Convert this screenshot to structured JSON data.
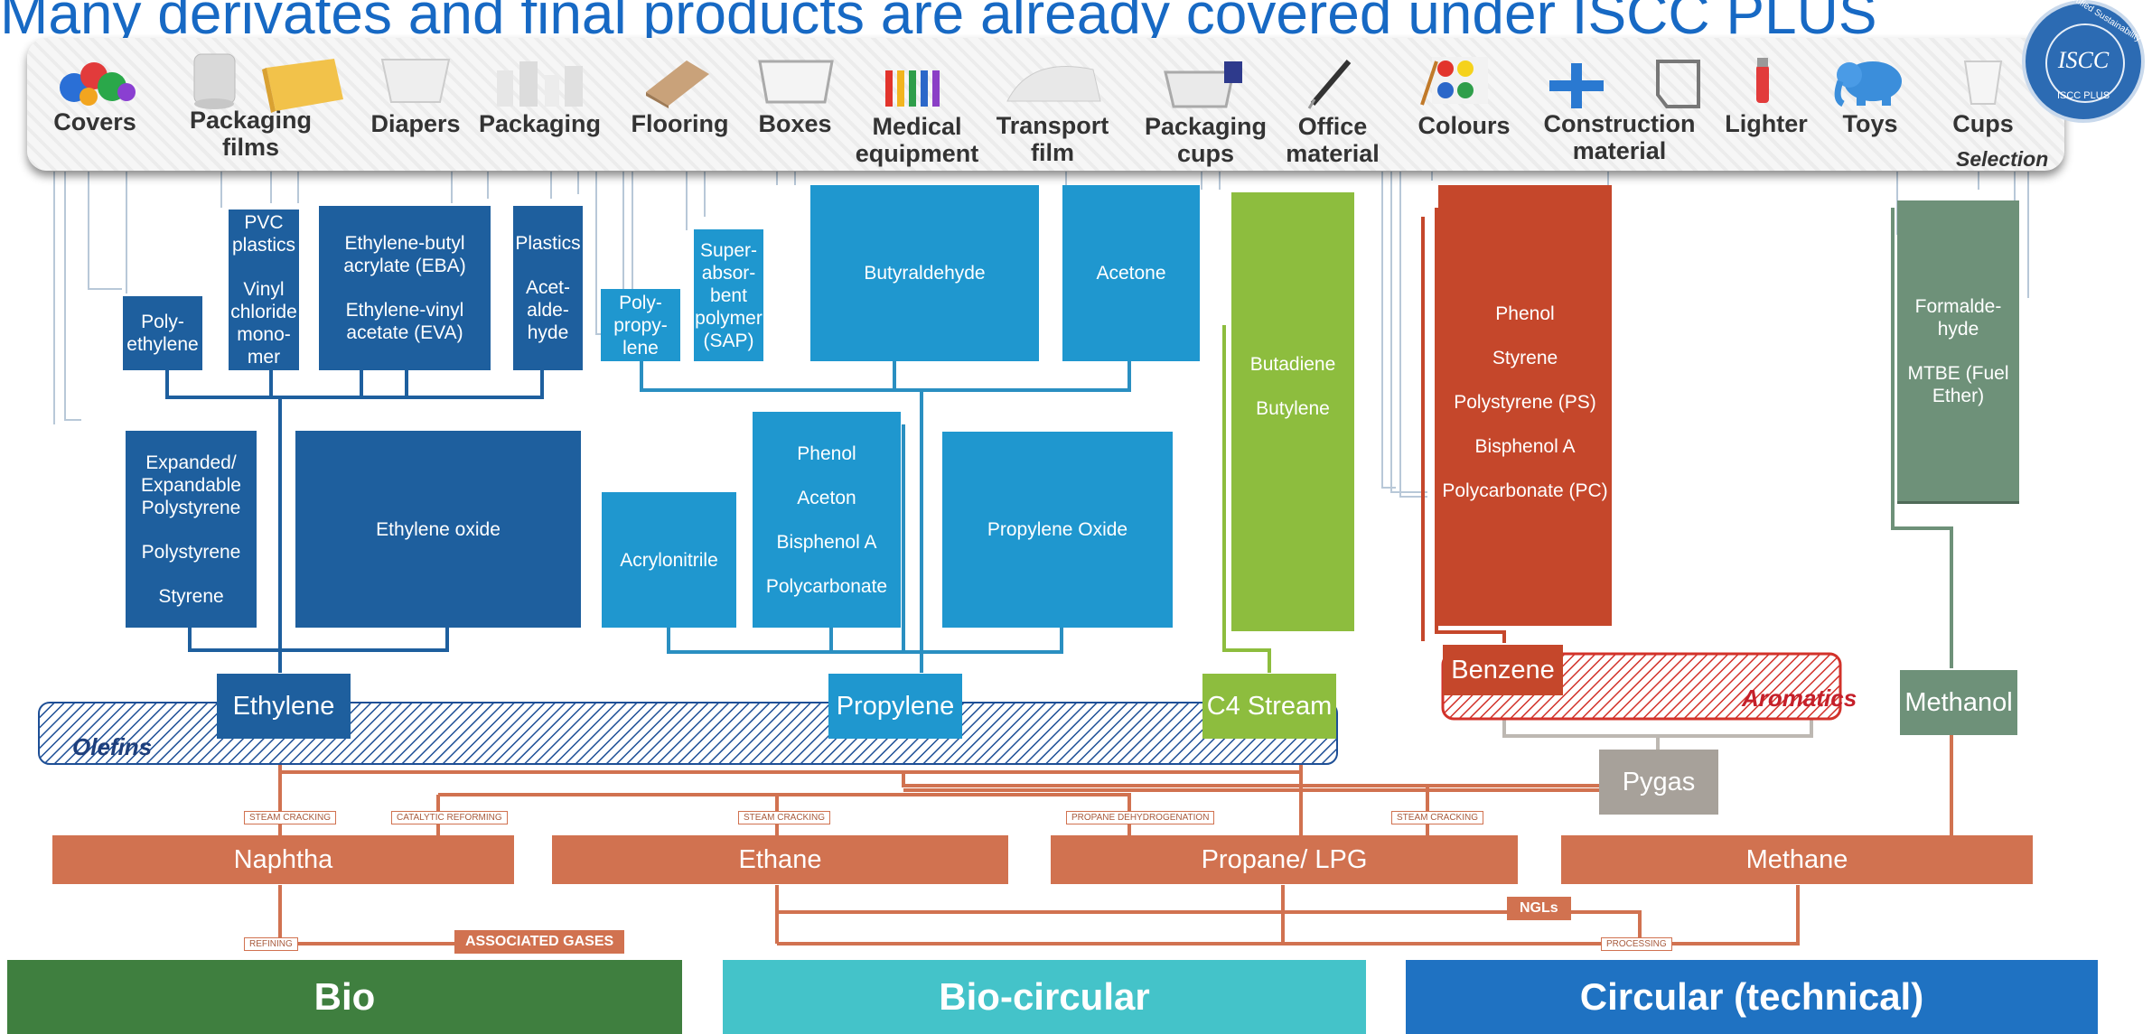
{
  "title": "Many derivates and final products are already covered under ISCC PLUS",
  "selection_label": "Selection",
  "seal": {
    "top_text": "Certified Sustainability",
    "center_text": "ISCC",
    "bottom_text": "ISCC PLUS"
  },
  "products": [
    {
      "label": "Covers",
      "icon": "caps-icon"
    },
    {
      "label": "Packaging films",
      "icon": "film-roll-icon"
    },
    {
      "label": "Diapers",
      "icon": "diaper-icon"
    },
    {
      "label": "Packaging",
      "icon": "bottles-icon"
    },
    {
      "label": "Flooring",
      "icon": "floor-roll-icon"
    },
    {
      "label": "Boxes",
      "icon": "box-icon"
    },
    {
      "label": "Medical equipment",
      "icon": "syringes-icon"
    },
    {
      "label": "Transport film",
      "icon": "bubble-wrap-icon"
    },
    {
      "label": "Packaging cups",
      "icon": "tray-icon"
    },
    {
      "label": "Office material",
      "icon": "pen-icon"
    },
    {
      "label": "Colours",
      "icon": "paint-icon"
    },
    {
      "label": "Construction material",
      "icon": "pipe-fittings-icon"
    },
    {
      "label": "Lighter",
      "icon": "lighter-icon"
    },
    {
      "label": "Toys",
      "icon": "toy-elephant-icon"
    },
    {
      "label": "Cups",
      "icon": "cup-icon"
    }
  ],
  "derivatives": {
    "polyethylene": "Poly-\nethylene",
    "pvc": "PVC\nplastics",
    "vcm": "Vinyl\nchloride\nmono-\nmer",
    "eba": "Ethylene-butyl\nacrylate (EBA)",
    "eva": "Ethylene-vinyl\nacetate (EVA)",
    "plastics": "Plastics",
    "acetaldehyde": "Acet-\nalde-\nhyde",
    "eps": "Expanded/\nExpandable\nPolystyrene",
    "polystyrene": "Polystyrene",
    "styrene": "Styrene",
    "ethylene_oxide": "Ethylene oxide",
    "polypropylene": "Poly-\npropy-\nlene",
    "sap": "Super-\nabsor-\nbent\npolymer\n(SAP)",
    "butyraldehyde": "Butyraldehyde",
    "acetone": "Acetone",
    "acrylonitrile": "Acrylonitrile",
    "phenol_p": "Phenol",
    "aceton_p": "Aceton",
    "bisphenol_p": "Bisphenol A",
    "polycarbonate_p": "Polycarbonate",
    "propylene_oxide": "Propylene Oxide",
    "butadiene": "Butadiene",
    "butylene": "Butylene",
    "phenol_a": "Phenol",
    "styrene_a": "Styrene",
    "ps_a": "Polystyrene (PS)",
    "bisphenol_a": "Bisphenol A",
    "pc_a": "Polycarbonate (PC)",
    "formaldehyde": "Formalde-\nhyde",
    "mtbe": "MTBE (Fuel\nEther)"
  },
  "streams": {
    "ethylene": "Ethylene",
    "propylene": "Propylene",
    "c4": "C4 Stream",
    "benzene": "Benzene",
    "methanol": "Methanol",
    "pygas": "Pygas",
    "olefins": "Olefins",
    "aromatics": "Aromatics"
  },
  "feedstocks": {
    "naphtha": "Naphtha",
    "ethane": "Ethane",
    "propane": "Propane/ LPG",
    "methane": "Methane"
  },
  "processes": {
    "steam1": "STEAM CRACKING",
    "catalytic": "CATALYTIC REFORMING",
    "steam2": "STEAM CRACKING",
    "pdh": "PROPANE DEHYDROGENATION",
    "steam3": "STEAM CRACKING",
    "refining": "REFINING",
    "associated": "ASSOCIATED GASES",
    "ngls": "NGLs",
    "processing": "PROCESSING"
  },
  "categories": {
    "bio": "Bio",
    "biocircular": "Bio-circular",
    "circular": "Circular (technical)"
  },
  "colors": {
    "title": "#1769c4",
    "ethylene_blue": "#1e5f9e",
    "propylene_blue": "#1f97cf",
    "c4_green": "#8dbd3e",
    "aromatics_rust": "#c5472b",
    "methanol_sage": "#6e9179",
    "feedstock_orange": "#d17250",
    "bio_green": "#3f7f3f",
    "biocircular_teal": "#44c3c9",
    "circular_blue": "#1f72c2"
  }
}
